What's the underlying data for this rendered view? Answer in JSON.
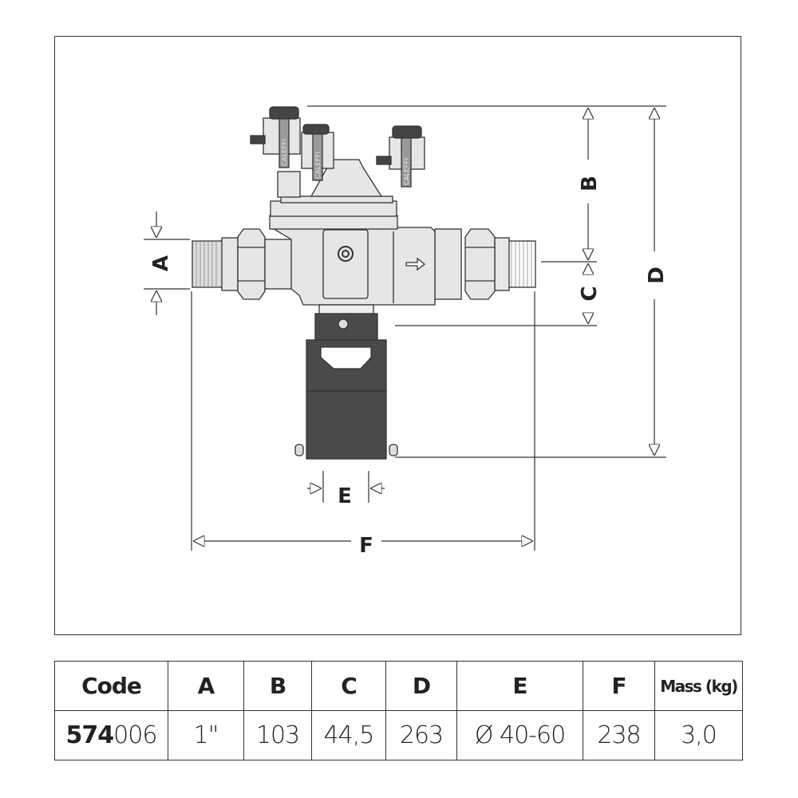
{
  "drawing": {
    "labels": {
      "a": "A",
      "b": "B",
      "c": "C",
      "d": "D",
      "e": "E",
      "f": "F"
    },
    "brand_mark": "CALEFFI",
    "colors": {
      "line": "#333333",
      "body": "#e6e6e6",
      "dark": "#4a4a4a"
    }
  },
  "table": {
    "headers": [
      "Code",
      "A",
      "B",
      "C",
      "D",
      "E",
      "F",
      "Mass (kg)"
    ],
    "row": {
      "code_prefix": "574",
      "code_suffix": "006",
      "values": [
        "1\"",
        "103",
        "44,5",
        "263",
        "Ø 40-60",
        "238",
        "3,0"
      ]
    }
  }
}
